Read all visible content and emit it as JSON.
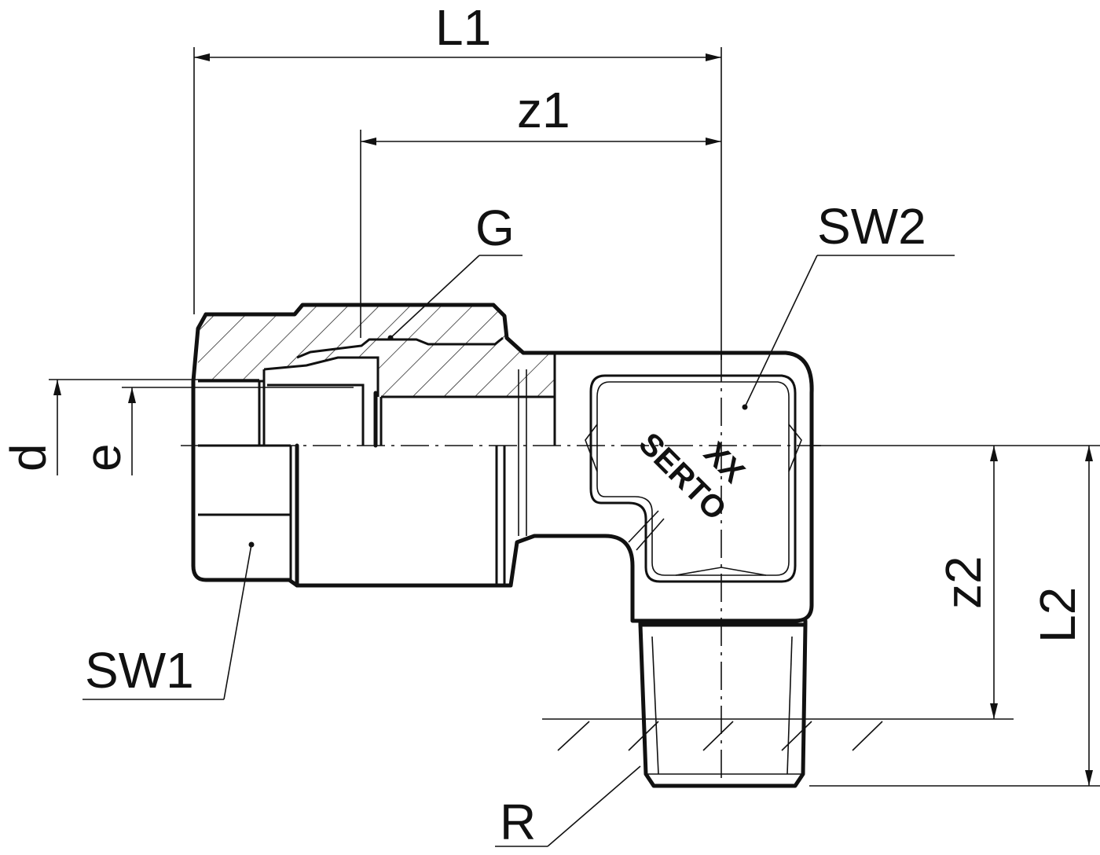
{
  "drawing": {
    "dimensions": {
      "L1": "L1",
      "z1": "z1",
      "L2": "L2",
      "z2": "z2",
      "d": "d",
      "e": "e"
    },
    "callouts": {
      "G": "G",
      "SW1": "SW1",
      "SW2": "SW2",
      "R": "R"
    },
    "marking": {
      "brand": "SERTO",
      "code": "XX"
    }
  }
}
